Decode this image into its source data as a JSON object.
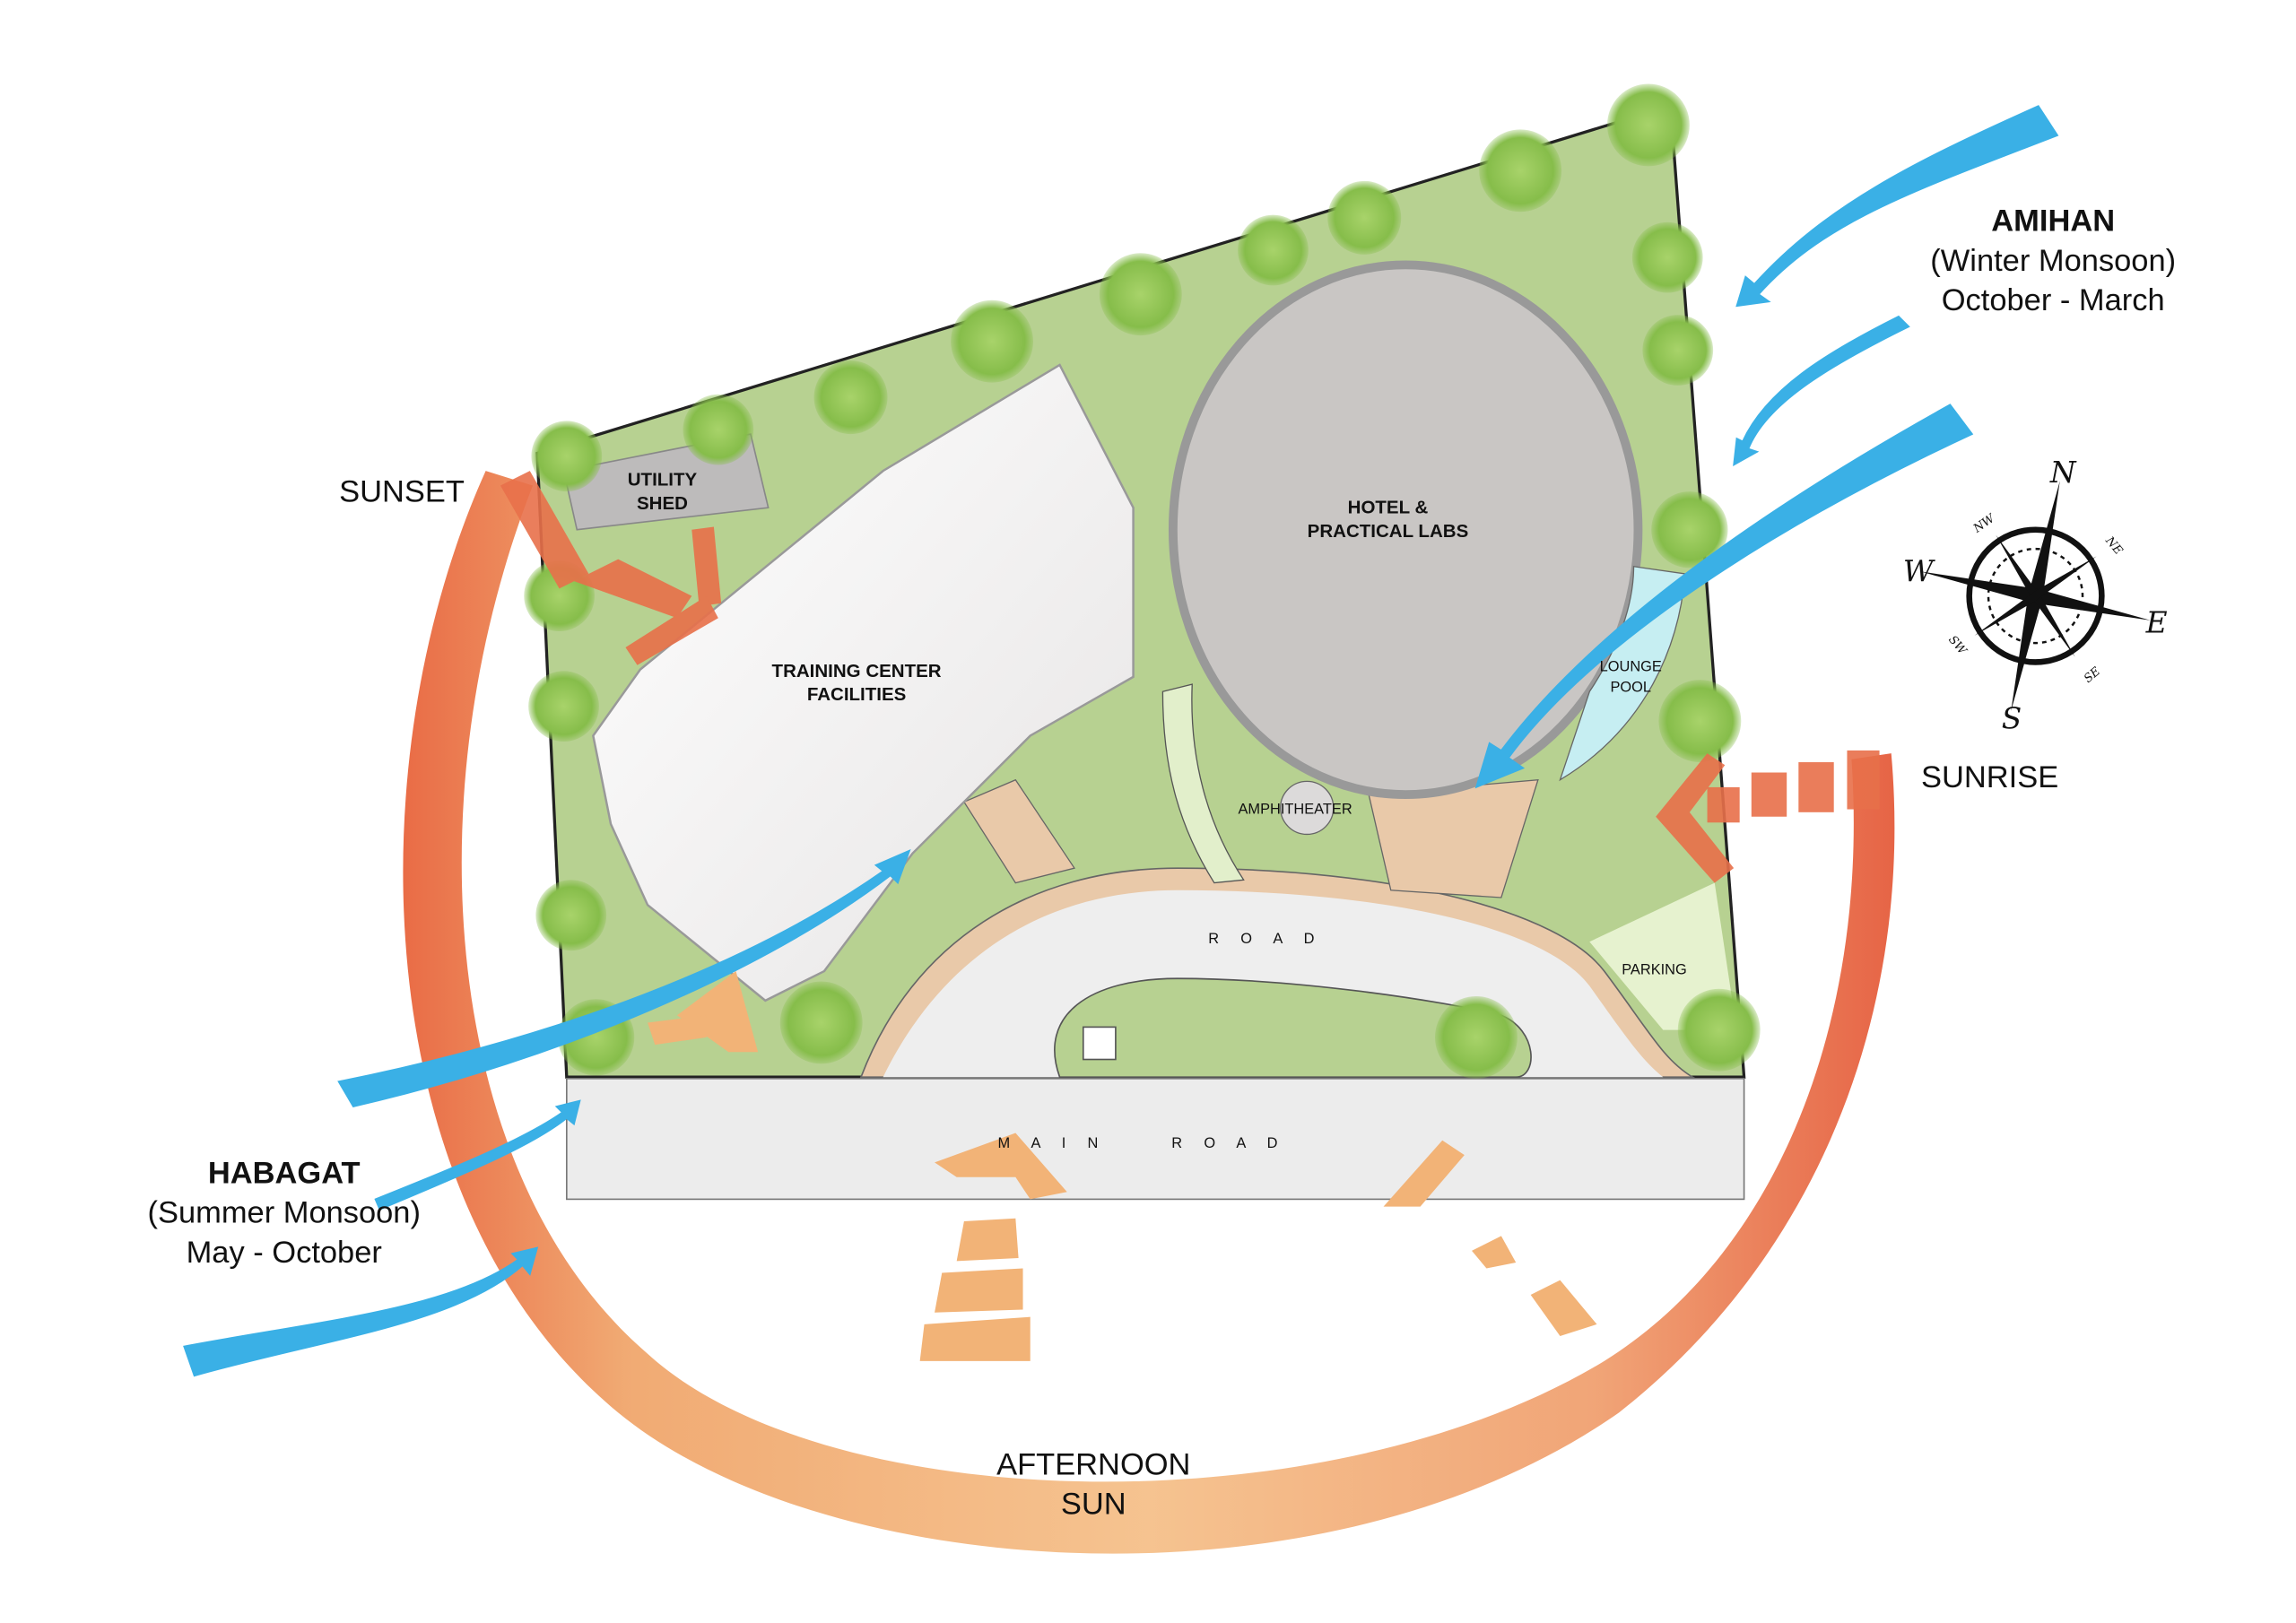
{
  "title": "Site Climate Analysis",
  "winds": {
    "amihan": {
      "name": "AMIHAN",
      "season": "(Winter Monsoon)",
      "months": "October - March"
    },
    "habagat": {
      "name": "HABAGAT",
      "season": "(Summer Monsoon)",
      "months": "May - October"
    }
  },
  "sun": {
    "sunset": "SUNSET",
    "sunrise": "SUNRISE",
    "afternoon_line1": "AFTERNOON",
    "afternoon_line2": "SUN"
  },
  "site": {
    "utility_shed": [
      "UTILITY",
      "SHED"
    ],
    "training_center": [
      "TRAINING CENTER",
      "FACILITIES"
    ],
    "hotel": [
      "HOTEL &",
      "PRACTICAL LABS"
    ],
    "lounge_pool": [
      "LOUNGE",
      "POOL"
    ],
    "amphitheater": "AMPHITHEATER",
    "road": "R O A D",
    "parking": "PARKING",
    "main_road": "M A I N     R O A D"
  },
  "compass": {
    "n": "N",
    "s": "S",
    "e": "E",
    "w": "W",
    "nw": "NW",
    "ne": "NE",
    "sw": "SW",
    "se": "SE"
  },
  "colors": {
    "wind": "#3ab0e6",
    "grass": "#b7d191",
    "sun_hot": "#e8643c",
    "sun_warm": "#f2b97a"
  }
}
